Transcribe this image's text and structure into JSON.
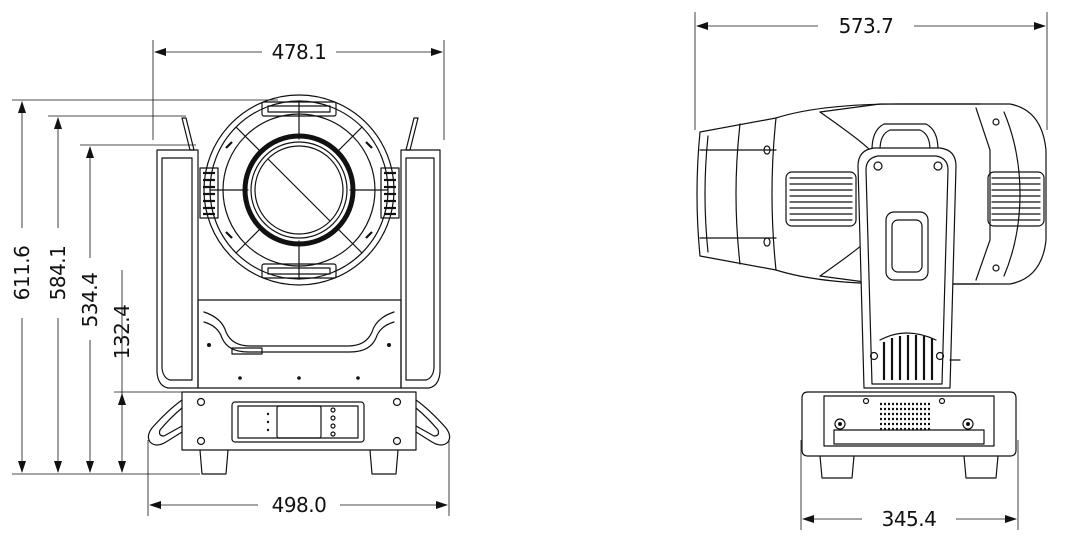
{
  "dimensions": {
    "front_width": "478.1",
    "base_width": "498.0",
    "height_total": "611.6",
    "height_handles": "584.1",
    "height_yoke": "534.4",
    "height_base": "132.4",
    "side_length": "573.7",
    "side_base_width": "345.4"
  },
  "colors": {
    "line": "#111111",
    "background": "#ffffff"
  }
}
